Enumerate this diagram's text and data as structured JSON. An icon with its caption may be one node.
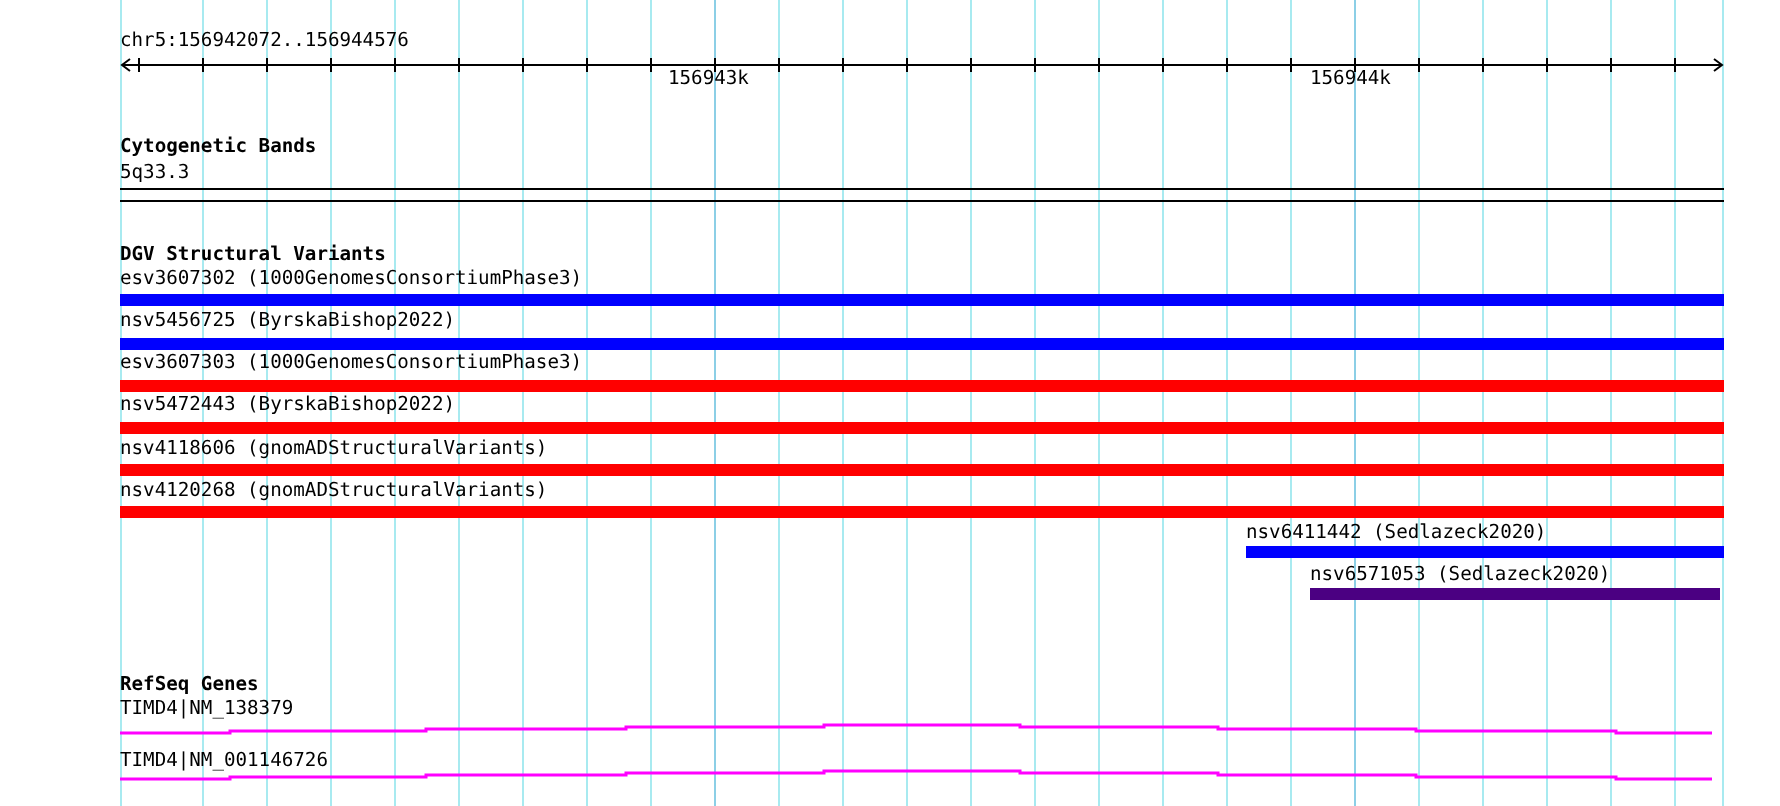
{
  "diagram": {
    "labels": [
      "chr5:156942072..156944576",
      "156943k",
      "156944k",
      "Cytogenetic Bands",
      "5q33.3",
      "DGV Structural Variants",
      "esv3607302 (1000GenomesConsortiumPhase3)",
      "nsv5456725 (ByrskaBishop2022)",
      "esv3607303 (1000GenomesConsortiumPhase3)",
      "nsv5472443 (ByrskaBishop2022)",
      "nsv4118606 (gnomADStructuralVariants)",
      "nsv4120268 (gnomADStructuralVariants)",
      "nsv6411442 (Sedlazeck2020)",
      "nsv6571053 (Sedlazeck2020)",
      "RefSeq Genes",
      "TIMD4|NM_138379",
      "TIMD4|NM_001146726"
    ]
  }
}
